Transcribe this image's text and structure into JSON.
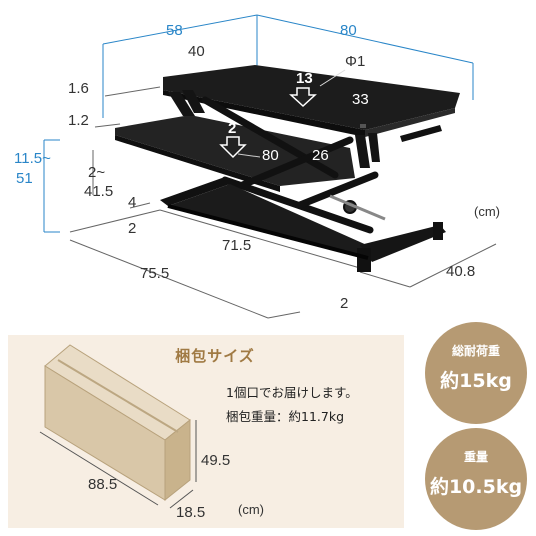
{
  "dimensions": {
    "top_width_total": "58",
    "top_width_right": "80",
    "top_depth_inner": "40",
    "grommet_diameter": "Φ1",
    "top_thickness": "1.6",
    "keyboard_thickness": "1.2",
    "total_height_range_line1": "11.5~",
    "total_height_range_line2": "51",
    "lift_range_line1": "2~",
    "lift_range_line2": "41.5",
    "base_height": "4",
    "base_offset": "2",
    "top_load_badge": "13",
    "keyboard_load_badge": "2",
    "keyboard_width": "80",
    "keyboard_depth": "26",
    "top_inner_depth": "33",
    "base_inner_length": "71.5",
    "base_total_length": "75.5",
    "base_depth": "40.8",
    "base_foot": "2",
    "unit": "(cm)"
  },
  "package": {
    "title": "梱包サイズ",
    "line1": "1個口でお届けします。",
    "line2": "梱包重量：約11.7kg",
    "length": "88.5",
    "height": "49.5",
    "thickness": "18.5",
    "unit": "(cm)"
  },
  "badges": {
    "load_label": "総耐荷重",
    "load_value": "約15kg",
    "weight_label": "重量",
    "weight_value": "約10.5kg"
  },
  "colors": {
    "dimension_blue": "#2a86c8",
    "badge_tan": "#b69a73",
    "panel_beige": "#f7eee3",
    "title_gold": "#a07a44",
    "box_tan": "#d9c7a8"
  }
}
